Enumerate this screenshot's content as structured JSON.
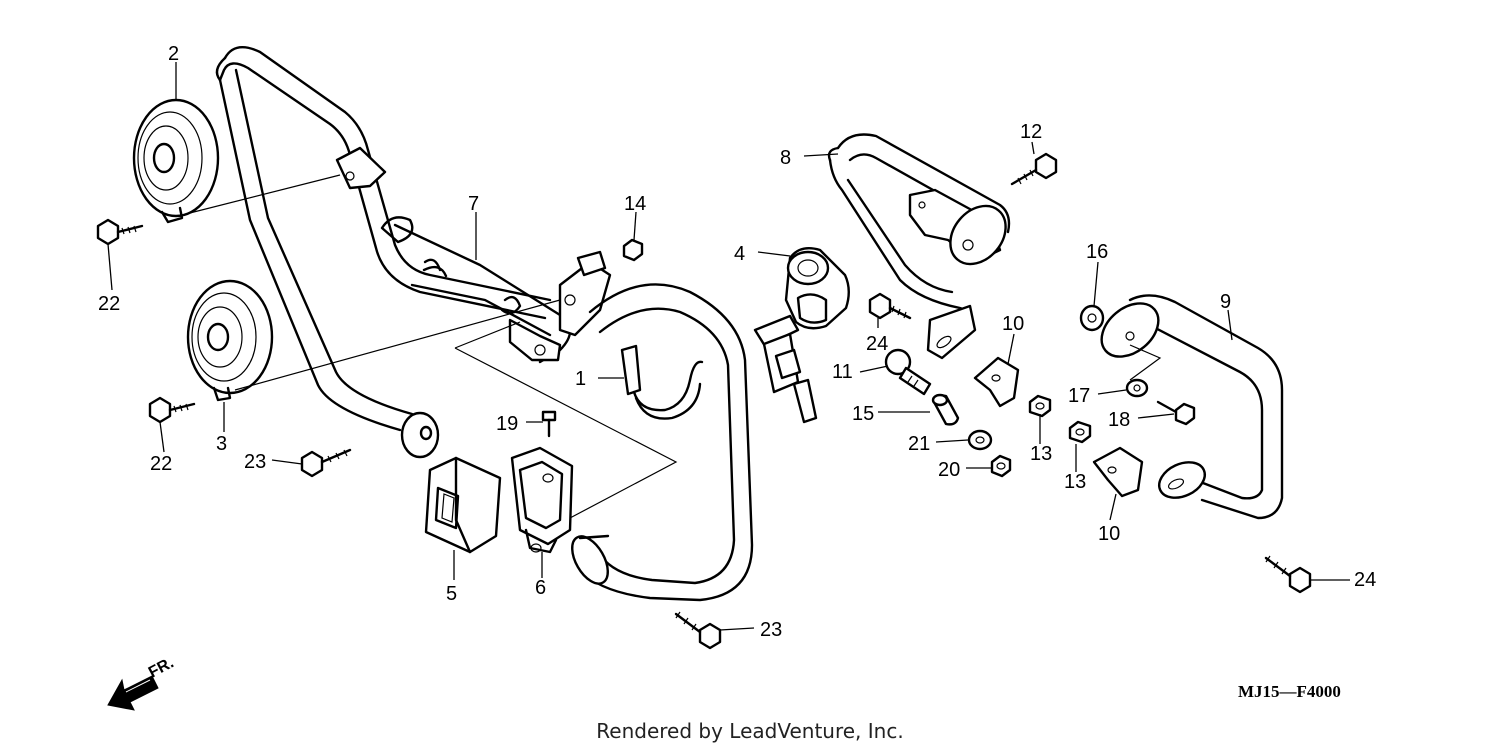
{
  "diagram": {
    "callouts": [
      {
        "id": "c1",
        "label": "1"
      },
      {
        "id": "c2",
        "label": "2"
      },
      {
        "id": "c3",
        "label": "3"
      },
      {
        "id": "c4",
        "label": "4"
      },
      {
        "id": "c5",
        "label": "5"
      },
      {
        "id": "c6",
        "label": "6"
      },
      {
        "id": "c7",
        "label": "7"
      },
      {
        "id": "c8",
        "label": "8"
      },
      {
        "id": "c9",
        "label": "9"
      },
      {
        "id": "c10a",
        "label": "10"
      },
      {
        "id": "c10b",
        "label": "10"
      },
      {
        "id": "c11",
        "label": "11"
      },
      {
        "id": "c12",
        "label": "12"
      },
      {
        "id": "c13a",
        "label": "13"
      },
      {
        "id": "c13b",
        "label": "13"
      },
      {
        "id": "c14",
        "label": "14"
      },
      {
        "id": "c15",
        "label": "15"
      },
      {
        "id": "c16",
        "label": "16"
      },
      {
        "id": "c17",
        "label": "17"
      },
      {
        "id": "c18",
        "label": "18"
      },
      {
        "id": "c19",
        "label": "19"
      },
      {
        "id": "c20",
        "label": "20"
      },
      {
        "id": "c21",
        "label": "21"
      },
      {
        "id": "c22a",
        "label": "22"
      },
      {
        "id": "c22b",
        "label": "22"
      },
      {
        "id": "c23a",
        "label": "23"
      },
      {
        "id": "c23b",
        "label": "23"
      },
      {
        "id": "c24a",
        "label": "24"
      },
      {
        "id": "c24b",
        "label": "24"
      }
    ],
    "diagram_code": "MJ15—F4000",
    "direction_label": "FR."
  },
  "footer": {
    "credit": "Rendered by LeadVenture, Inc."
  }
}
